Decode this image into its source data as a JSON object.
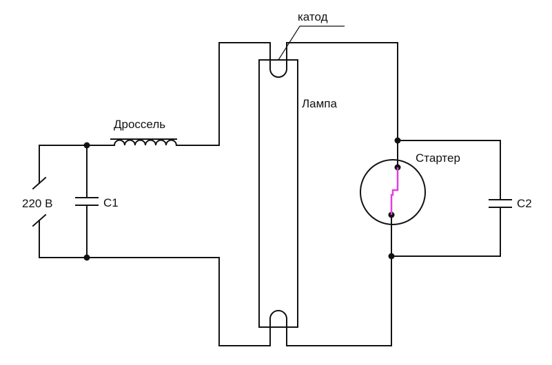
{
  "labels": {
    "cathode": "катод",
    "lamp": "Лампа",
    "choke": "Дроссель",
    "starter": "Стартер",
    "voltage": "220 В",
    "c1": "С1",
    "c2": "С2"
  },
  "colors": {
    "wire": "#111111",
    "starter_electrode": "#e040e0",
    "background": "#ffffff"
  }
}
